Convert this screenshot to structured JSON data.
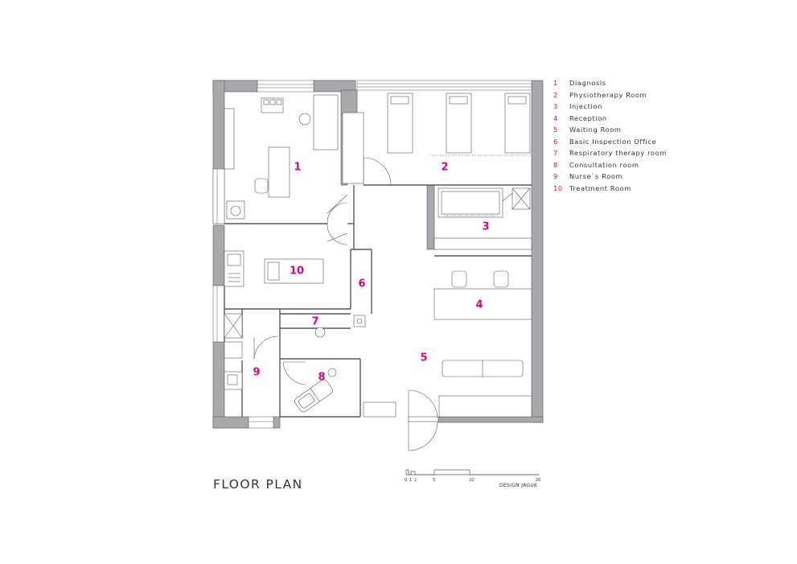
{
  "title": "FLOOR PLAN",
  "credit": "DESIGN JAGUK",
  "accent_color": "#e6007e",
  "wall_color": "#a7a9ac",
  "line_color": "#58595b",
  "legend": [
    {
      "num": "1",
      "label": "Diagnosis"
    },
    {
      "num": "2",
      "label": "Physiotherapy Room"
    },
    {
      "num": "3",
      "label": "Injection"
    },
    {
      "num": "4",
      "label": "Reception"
    },
    {
      "num": "5",
      "label": "Waiting Room"
    },
    {
      "num": "6",
      "label": "Basic Inspection Office"
    },
    {
      "num": "7",
      "label": "Respiratory therapy room"
    },
    {
      "num": "8",
      "label": "Consultation room"
    },
    {
      "num": "9",
      "label": "Nurse`s Room"
    },
    {
      "num": "10",
      "label": "Treatment Room"
    }
  ],
  "room_labels": {
    "r1": "1",
    "r2": "2",
    "r3": "3",
    "r4": "4",
    "r5": "5",
    "r6": "6",
    "r7": "7",
    "r8": "8",
    "r9": "9",
    "r10": "10"
  },
  "scale": {
    "ticks": [
      "0",
      "1",
      "2",
      "5",
      "10",
      "20"
    ]
  }
}
